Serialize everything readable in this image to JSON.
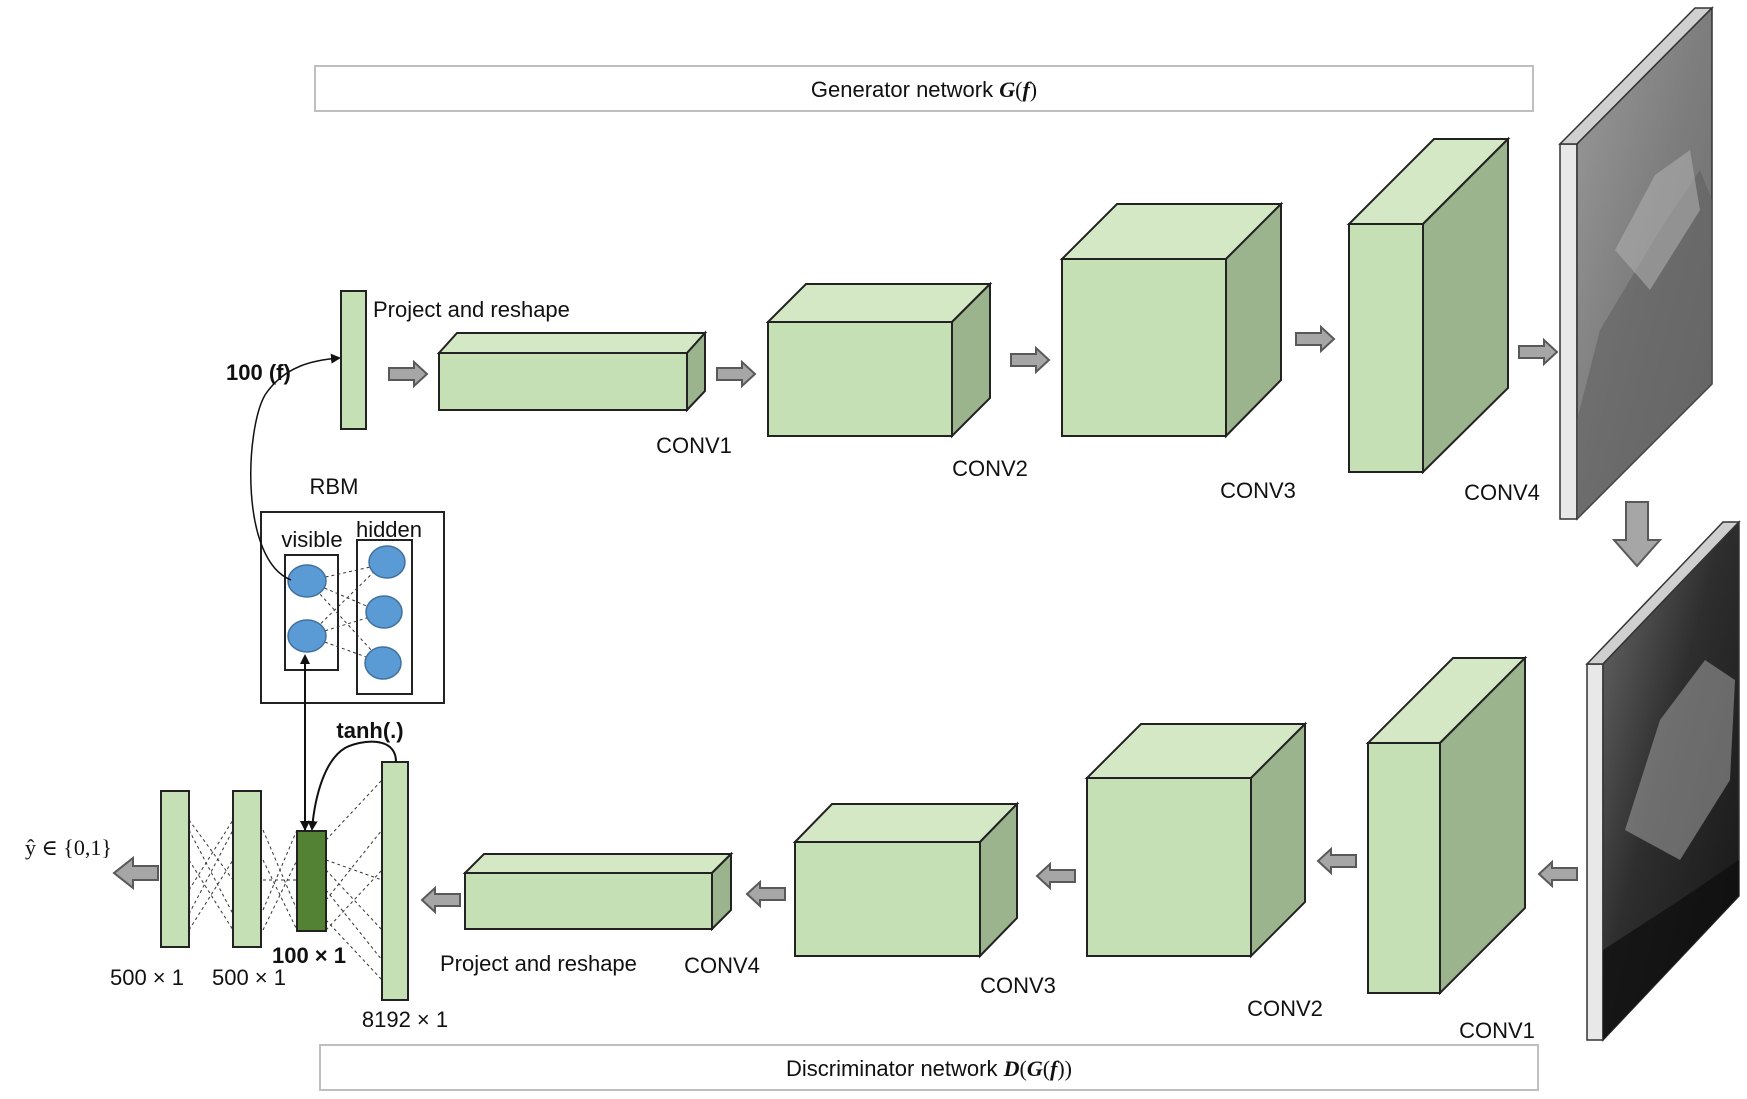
{
  "generator": {
    "title_prefix": "Generator network ",
    "title_math": "G",
    "title_open": "(",
    "title_arg": "f",
    "title_close": ")",
    "project_label": "Project and reshape",
    "input_label": "100 (f)",
    "conv_labels": [
      "CONV1",
      "CONV2",
      "CONV3",
      "CONV4"
    ]
  },
  "discriminator": {
    "title_prefix": "Discriminator network ",
    "title_math_d": "D",
    "title_open1": "(",
    "title_math_g": "G",
    "title_open2": "(",
    "title_arg": "f",
    "title_close": "))",
    "conv_labels": [
      "CONV1",
      "CONV2",
      "CONV3",
      "CONV4"
    ],
    "project_label": "Project and reshape",
    "dims": {
      "fc1": "500 × 1",
      "fc2": "500 × 1",
      "feature": "100 × 1",
      "flat": "8192 × 1"
    },
    "tanh_label": "tanh(.)",
    "output_label": "ŷ ∈ {0,1}"
  },
  "rbm": {
    "title": "RBM",
    "visible_label": "visible",
    "hidden_label": "hidden"
  },
  "colors": {
    "layer_front": "#c5e0b4",
    "layer_top": "#d5e8c6",
    "layer_side": "#9cb48d",
    "feature_layer": "#548235",
    "rbm_node": "#5b9bd5",
    "arrow": "#a6a6a6"
  }
}
